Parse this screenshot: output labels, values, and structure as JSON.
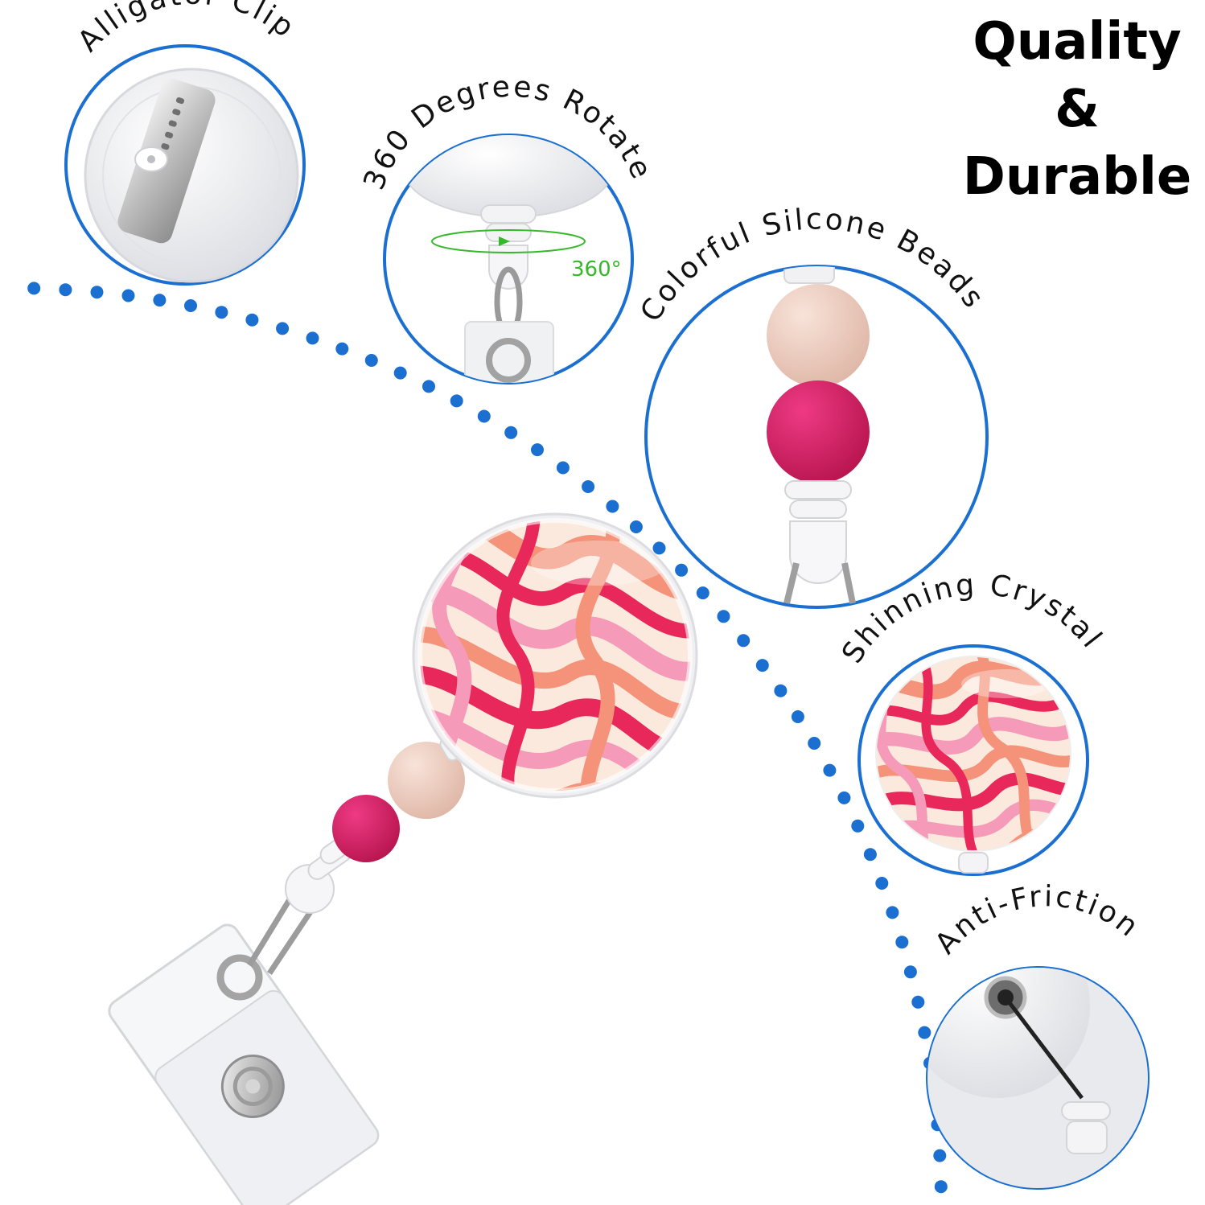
{
  "headline": {
    "line1": "Quality",
    "line2": "&",
    "line3": "Durable"
  },
  "features": [
    {
      "label": "Alligator Clip"
    },
    {
      "label": "360 Degrees Rotate",
      "annotation": "360°"
    },
    {
      "label": "Colorful Silcone Beads"
    },
    {
      "label": "Shinning Crystal"
    },
    {
      "label": "Anti-Friction"
    }
  ],
  "colors": {
    "accent_blue": "#1a6fd1",
    "bead_light": "#eecbbd",
    "bead_dark": "#d8246a",
    "swirl_red": "#e8285a",
    "swirl_coral": "#f4937a",
    "swirl_pink": "#f59ab8",
    "swirl_cream": "#fbe9dd",
    "rotate_green": "#35b92b"
  }
}
